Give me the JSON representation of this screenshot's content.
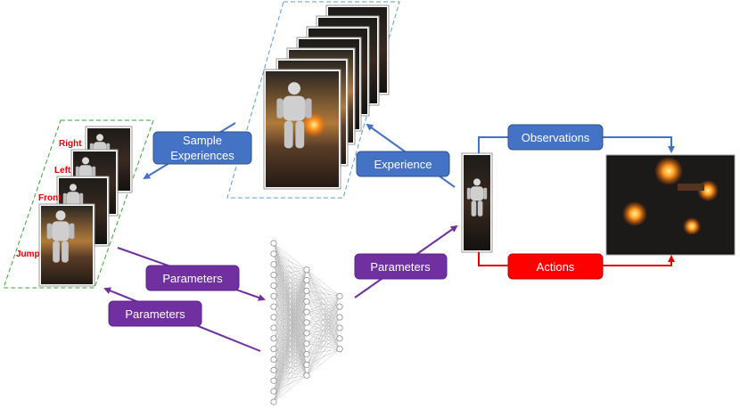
{
  "labels": {
    "sample_experiences": [
      "Sample",
      "Experiences"
    ],
    "experience": "Experience",
    "observations": "Observations",
    "actions": "Actions",
    "parameters_right": "Parameters",
    "parameters_left_top": "Parameters",
    "parameters_left_bottom": "Parameters"
  },
  "experience_labels": {
    "right": "Right",
    "left": "Left",
    "front": "Front",
    "jump": "Jump"
  },
  "network": {
    "layers": [
      16,
      11,
      6
    ]
  },
  "colors": {
    "blue_box": "#4472c4",
    "purple_box": "#7030a0",
    "red_box": "#ff0000",
    "blue_line": "#4472c4",
    "purple_line": "#7030a0",
    "red_line": "#e00000",
    "dashed_blue": "#5b9bd5",
    "dashed_green": "#3aa23a"
  }
}
